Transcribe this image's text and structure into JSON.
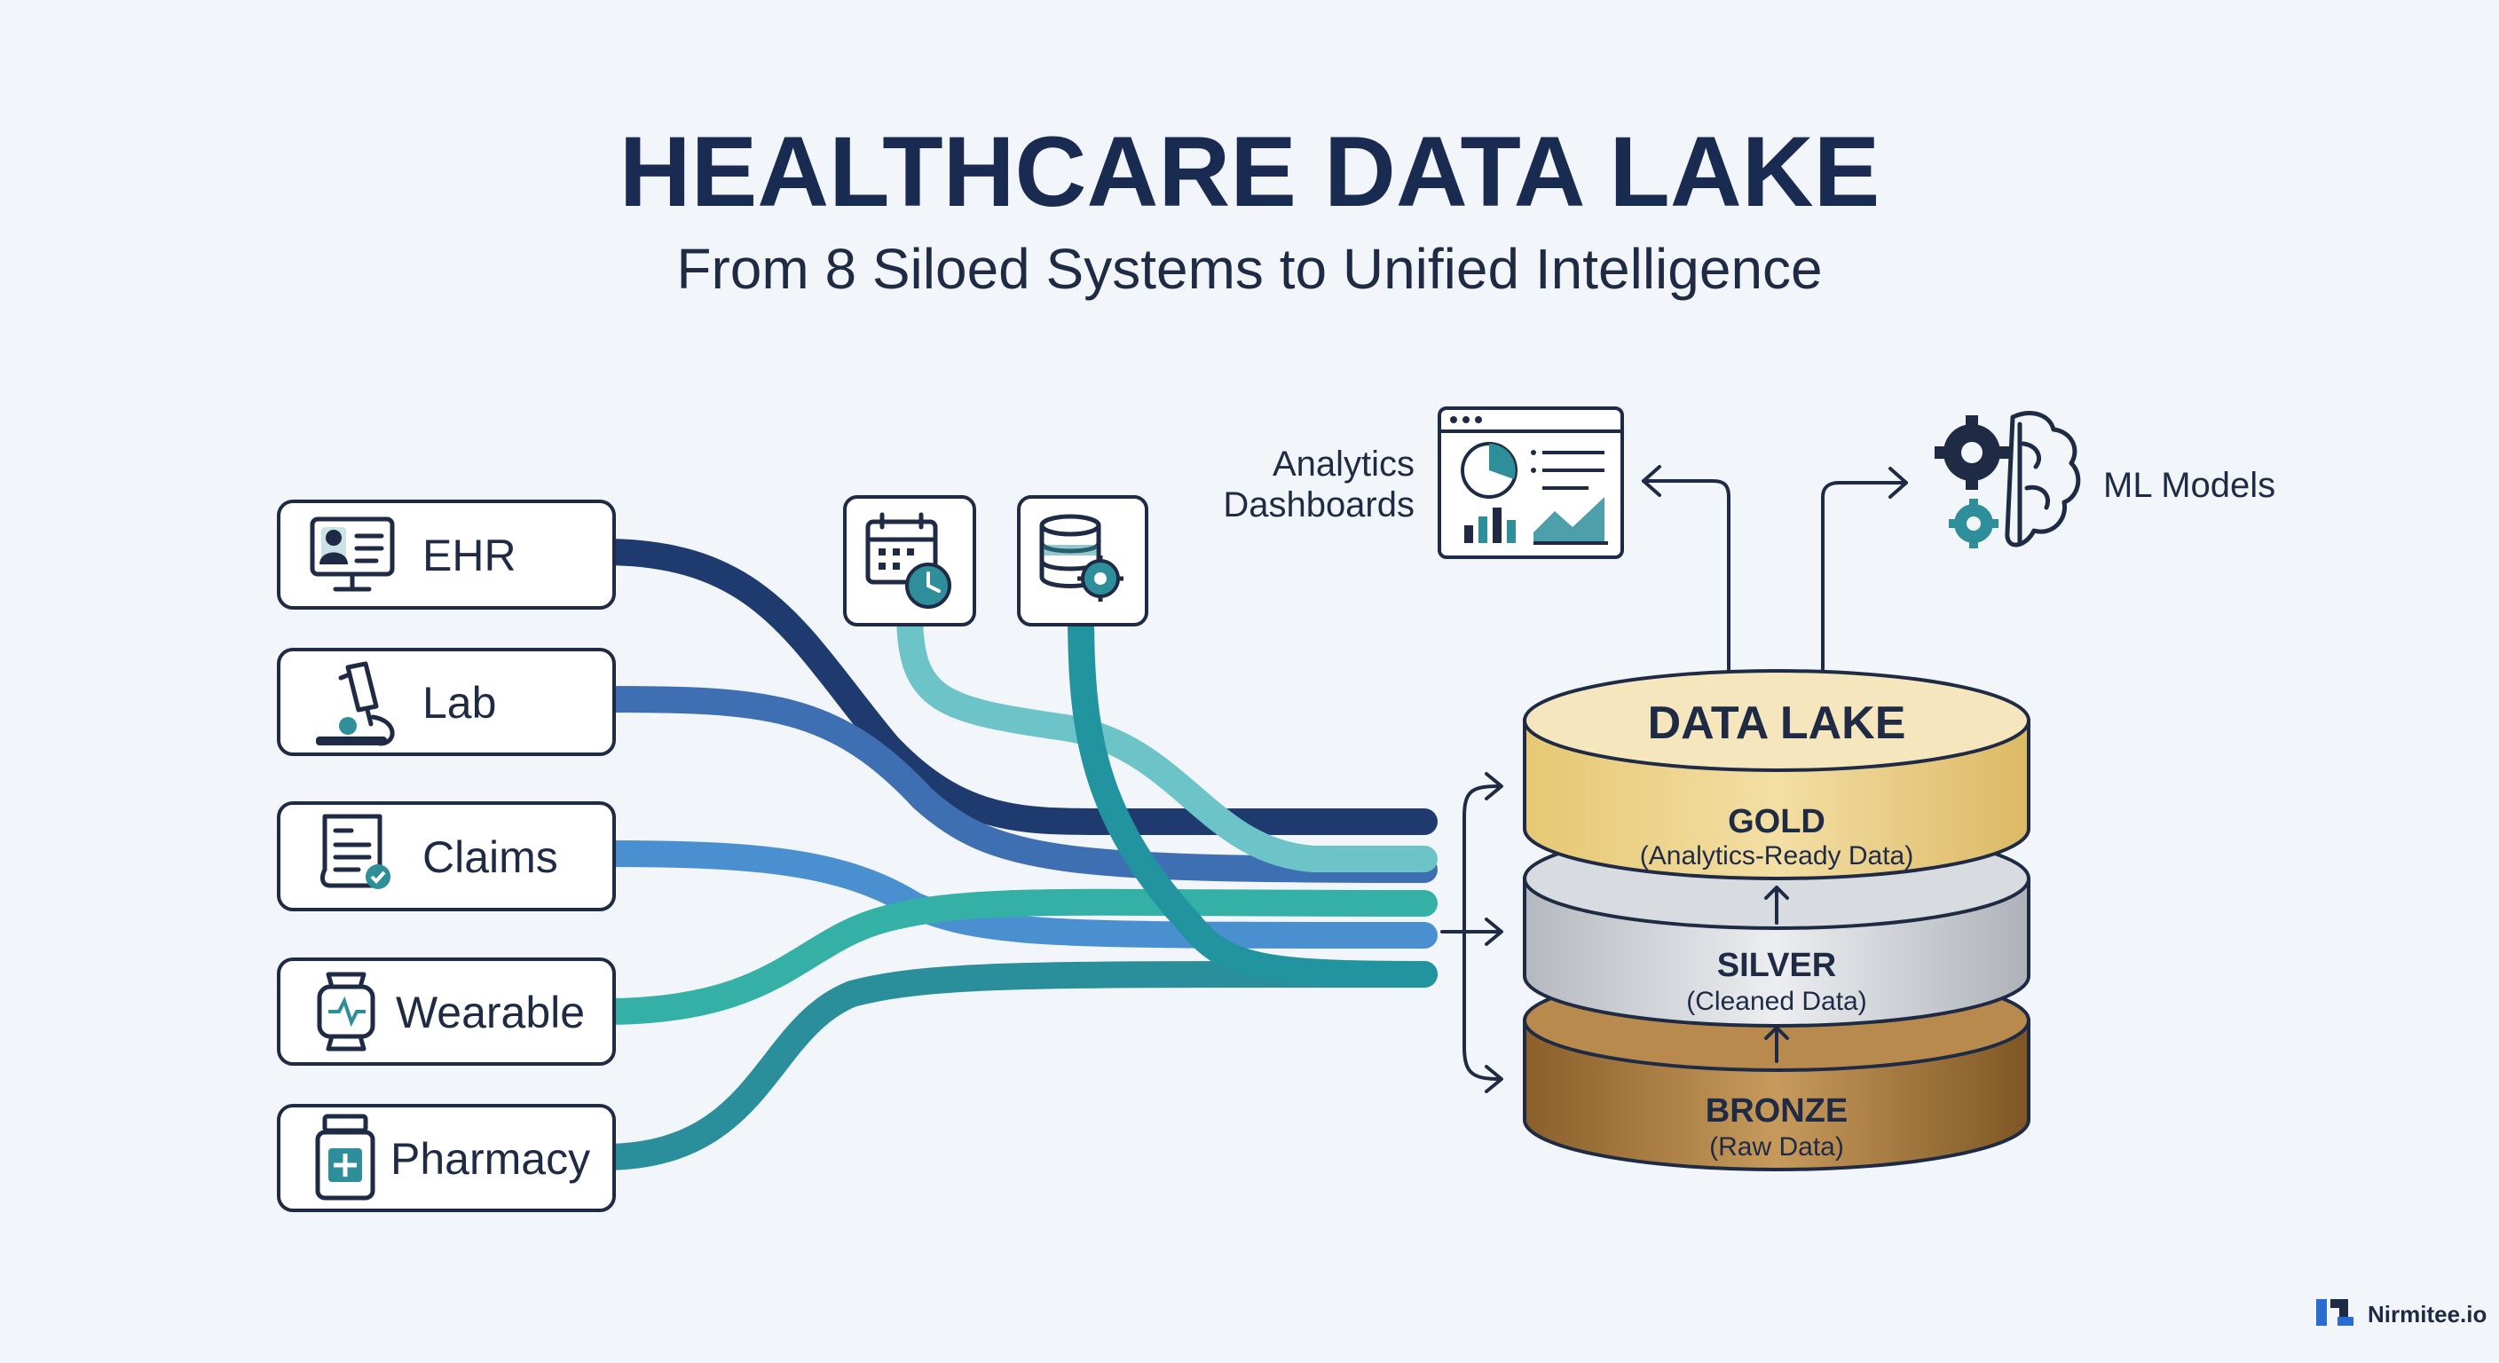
{
  "header": {
    "title": "HEALTHCARE DATA LAKE",
    "subtitle": "From 8 Siloed Systems to Unified Intelligence"
  },
  "sources": [
    {
      "label": "EHR",
      "icon": "ehr-monitor-icon"
    },
    {
      "label": "Lab",
      "icon": "microscope-icon"
    },
    {
      "label": "Claims",
      "icon": "claim-document-icon"
    },
    {
      "label": "Wearable",
      "icon": "smartwatch-icon"
    },
    {
      "label": "Pharmacy",
      "icon": "medicine-bottle-icon"
    }
  ],
  "extra_sources": [
    {
      "icon": "calendar-clock-icon"
    },
    {
      "icon": "database-gear-icon"
    }
  ],
  "outputs": {
    "analytics_line1": "Analytics",
    "analytics_line2": "Dashboards",
    "ml": "ML Models"
  },
  "lake": {
    "title": "DATA LAKE",
    "layers": [
      {
        "name": "GOLD",
        "desc": "(Analytics-Ready Data)"
      },
      {
        "name": "SILVER",
        "desc": "(Cleaned Data)"
      },
      {
        "name": "BRONZE",
        "desc": "(Raw Data)"
      }
    ]
  },
  "brand": {
    "name": "Nirmitee.io"
  },
  "colors": {
    "navy": "#1e3a6e",
    "blue": "#3f6fb3",
    "sky": "#4a90d0",
    "teal": "#2b9aa4",
    "aqua": "#6cc3c8",
    "seafoam": "#34b0a6",
    "gold": "#e9cc82",
    "silver": "#c9ccd1",
    "bronze": "#9a6f35"
  }
}
